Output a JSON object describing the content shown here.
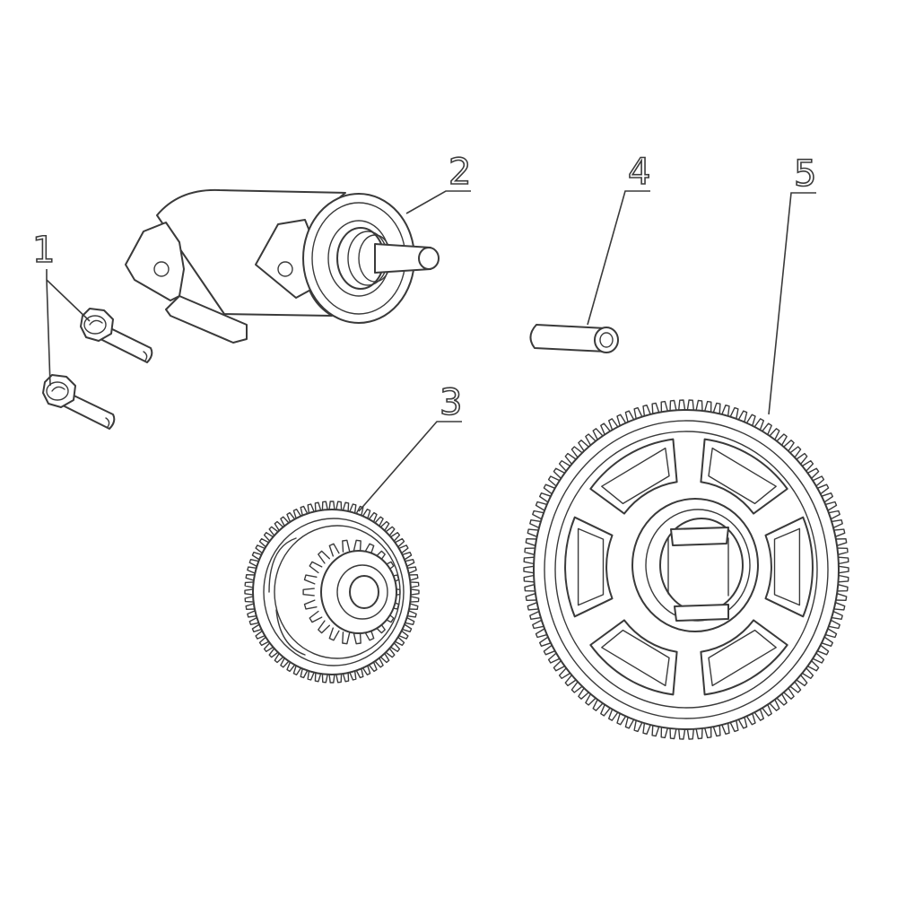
{
  "callouts": [
    {
      "id": "1",
      "label": "1"
    },
    {
      "id": "2",
      "label": "2"
    },
    {
      "id": "3",
      "label": "3"
    },
    {
      "id": "4",
      "label": "4"
    },
    {
      "id": "5",
      "label": "5"
    }
  ],
  "parts": {
    "small_gear_teeth": 72,
    "small_pinion_teeth": 22,
    "large_gear_teeth": 110,
    "large_gear_windows": 6
  },
  "colors": {
    "line": "#3a3a3a",
    "background": "#ffffff"
  }
}
